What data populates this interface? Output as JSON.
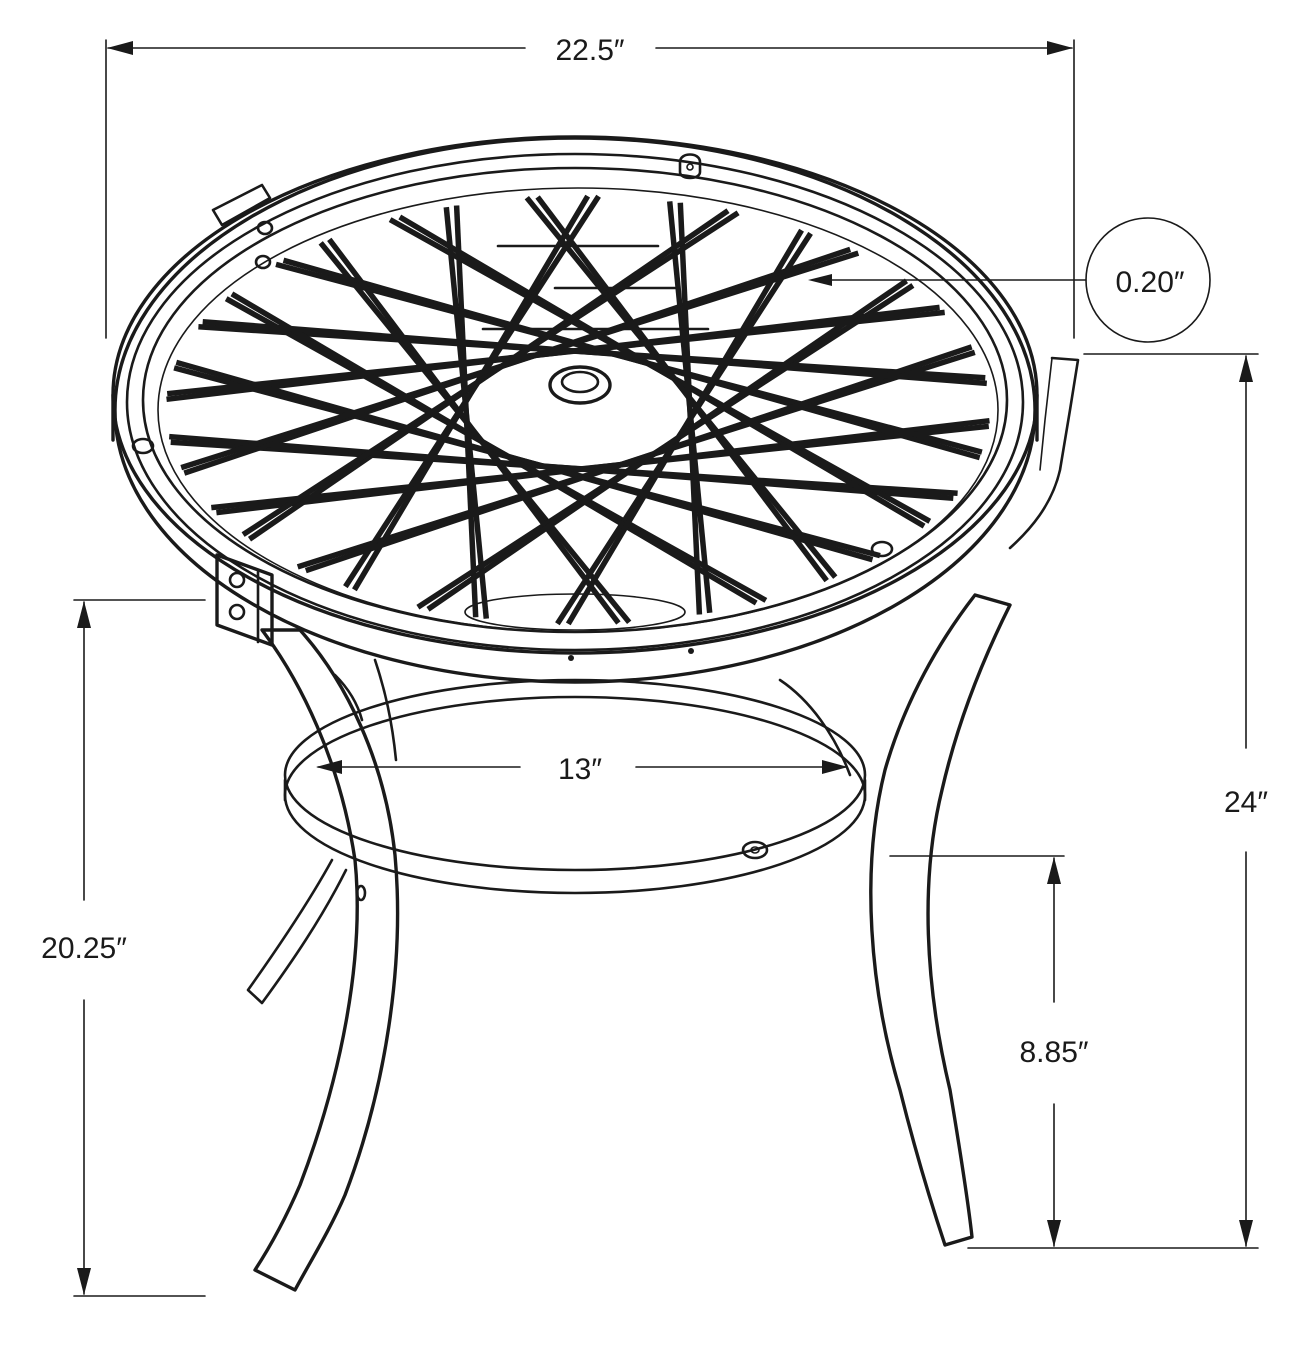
{
  "dimensions": {
    "top_width": "22.5″",
    "glass_thickness": "0.20″",
    "total_height": "24″",
    "leg_height": "20.25″",
    "shelf_diameter": "13″",
    "shelf_height": "8.85″"
  },
  "colors": {
    "ink": "#1a1a1a",
    "background": "#ffffff"
  }
}
